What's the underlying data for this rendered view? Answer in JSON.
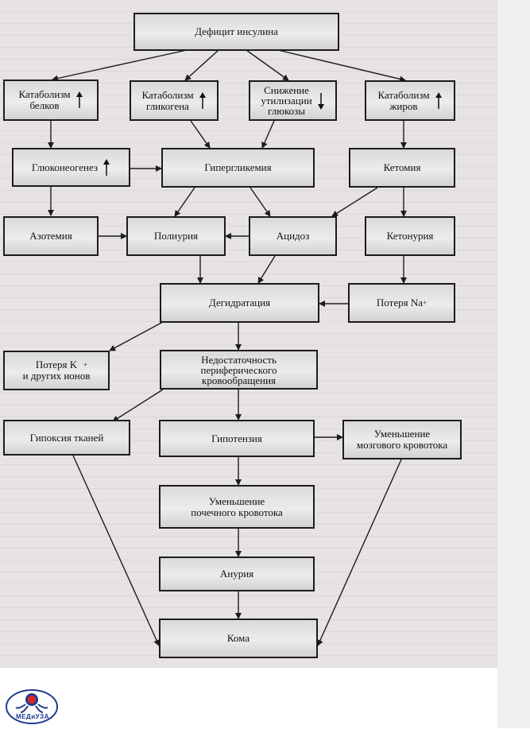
{
  "boxes": {
    "insulin_deficit": "Дефицит инсулина",
    "protein_catabolism": "Катаболизм\nбелков",
    "glycogen_catabolism": "Катаболизм\nгликогена",
    "glucose_utilization": "Снижение\nутилизации\nглюкозы",
    "fat_catabolism": "Катаболизм\nжиров",
    "gluconeogenesis": "Глюконеогенез",
    "hyperglycemia": "Гипергликемия",
    "ketonemia": "Кетомия",
    "azotemia": "Азотемия",
    "polyuria": "Полиурия",
    "acidosis": "Ацидоз",
    "ketonuria": "Кетонурия",
    "dehydration": "Дегидратация",
    "na_loss": "Потеря Na",
    "k_loss": "Потеря K\nи других ионов",
    "circulation": "Недостаточность\nпериферического\nкровообращения",
    "hypoxia": "Гипоксия тканей",
    "hypotension": "Гипотензия",
    "brain_flow": "Уменьшение\nмозгового кровотока",
    "renal_flow": "Уменьшение\nпочечного кровотока",
    "anuria": "Анурия",
    "coma": "Кома"
  },
  "superscripts": {
    "na_plus": "+",
    "k_plus": "+"
  },
  "logo": {
    "text": "МЕДиУЗА",
    "icon": "octopus-logo-icon",
    "accent": "#d62828",
    "brand": "#1f3b8f"
  },
  "colors": {
    "border": "#1c1c1c",
    "page": "#e7e3e3",
    "line": "#1c1c1c"
  }
}
